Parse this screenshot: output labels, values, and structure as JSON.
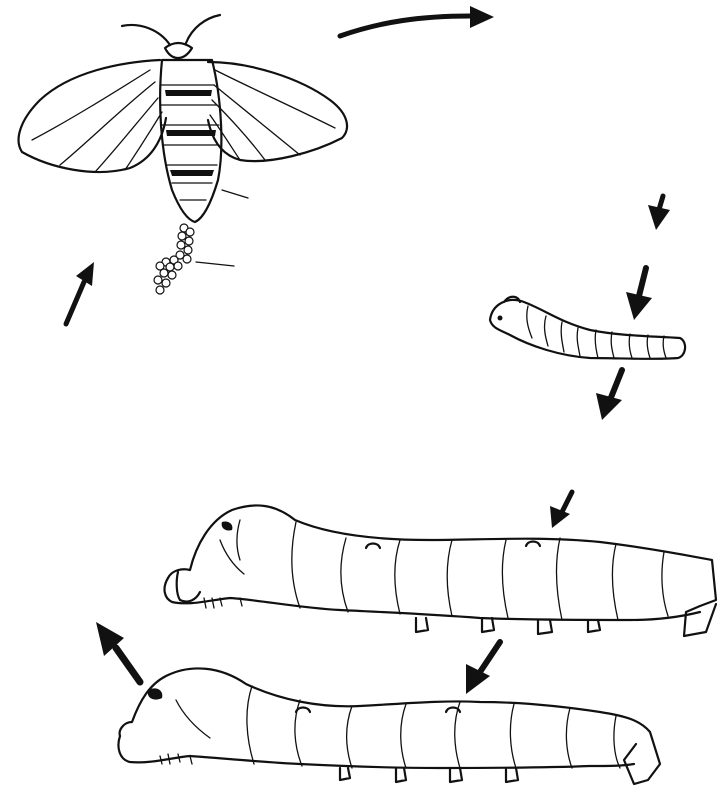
{
  "diagram": {
    "subject": "silkworm-life-cycle",
    "stages": [
      "adult-moth",
      "eggs",
      "young-larva",
      "mature-larva",
      "late-larva"
    ],
    "ink_color": "#111111",
    "background": "#ffffff"
  }
}
